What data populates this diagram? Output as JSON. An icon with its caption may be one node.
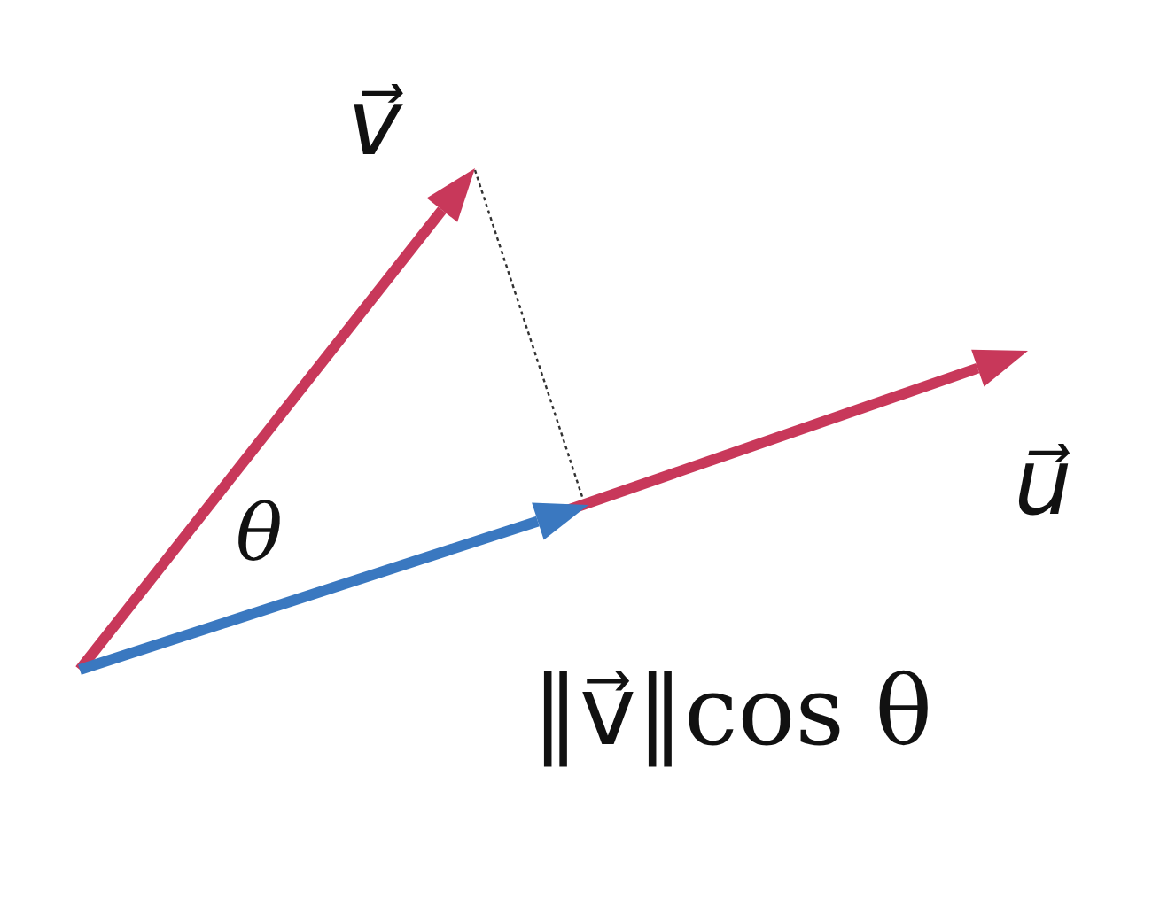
{
  "diagram": {
    "labels": [
      "v⃗",
      "u⃗",
      "θ",
      "‖v⃗‖cos θ"
    ]
  }
}
